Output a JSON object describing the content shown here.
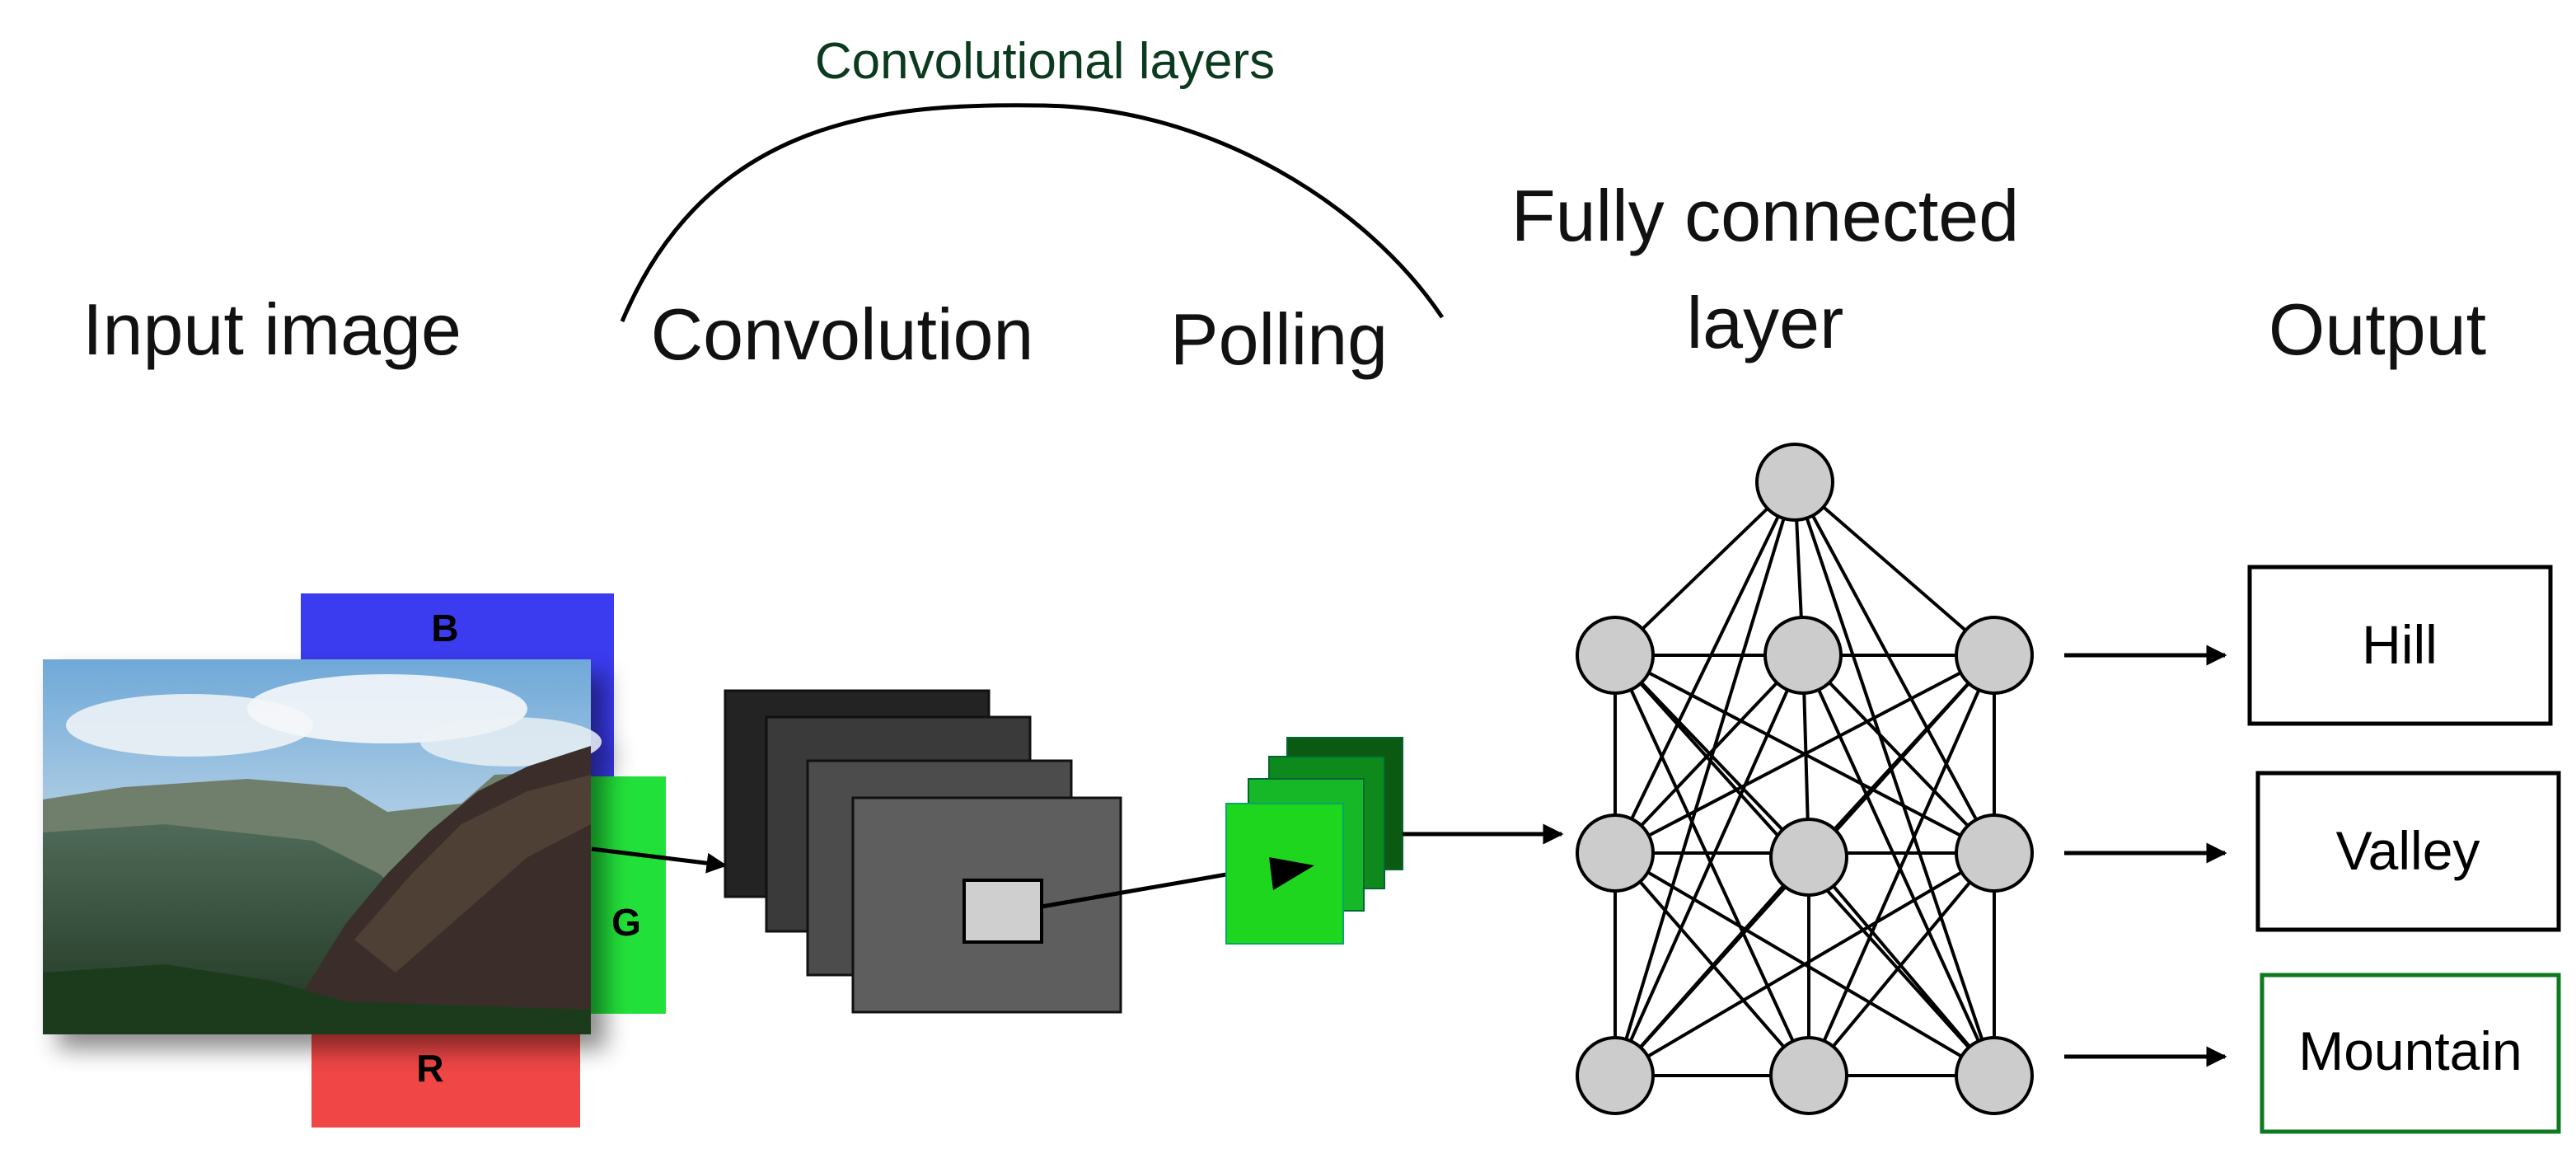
{
  "group_label": "Convolutional layers",
  "stages": {
    "input": "Input image",
    "convolution": "Convolution",
    "pooling": "Polling",
    "fc_line1": "Fully connected",
    "fc_line2": "layer",
    "output": "Output"
  },
  "channels": {
    "blue": "B",
    "green": "G",
    "red": "R"
  },
  "outputs": [
    "Hill",
    "Valley",
    "Mountain"
  ],
  "colors": {
    "blue_channel": "#3b3bf0",
    "green_channel": "#22e03a",
    "red_channel": "#f04646",
    "feature_map_dark": "#232323",
    "feature_map_light": "#5e5e5e",
    "pool_green": "#1fd61f",
    "pool_dark": "#0c5a12",
    "node_fill": "#cccccc",
    "highlight_box": "#0d7a1f"
  },
  "icons": {
    "input_photo": "mountain-landscape-photo"
  }
}
